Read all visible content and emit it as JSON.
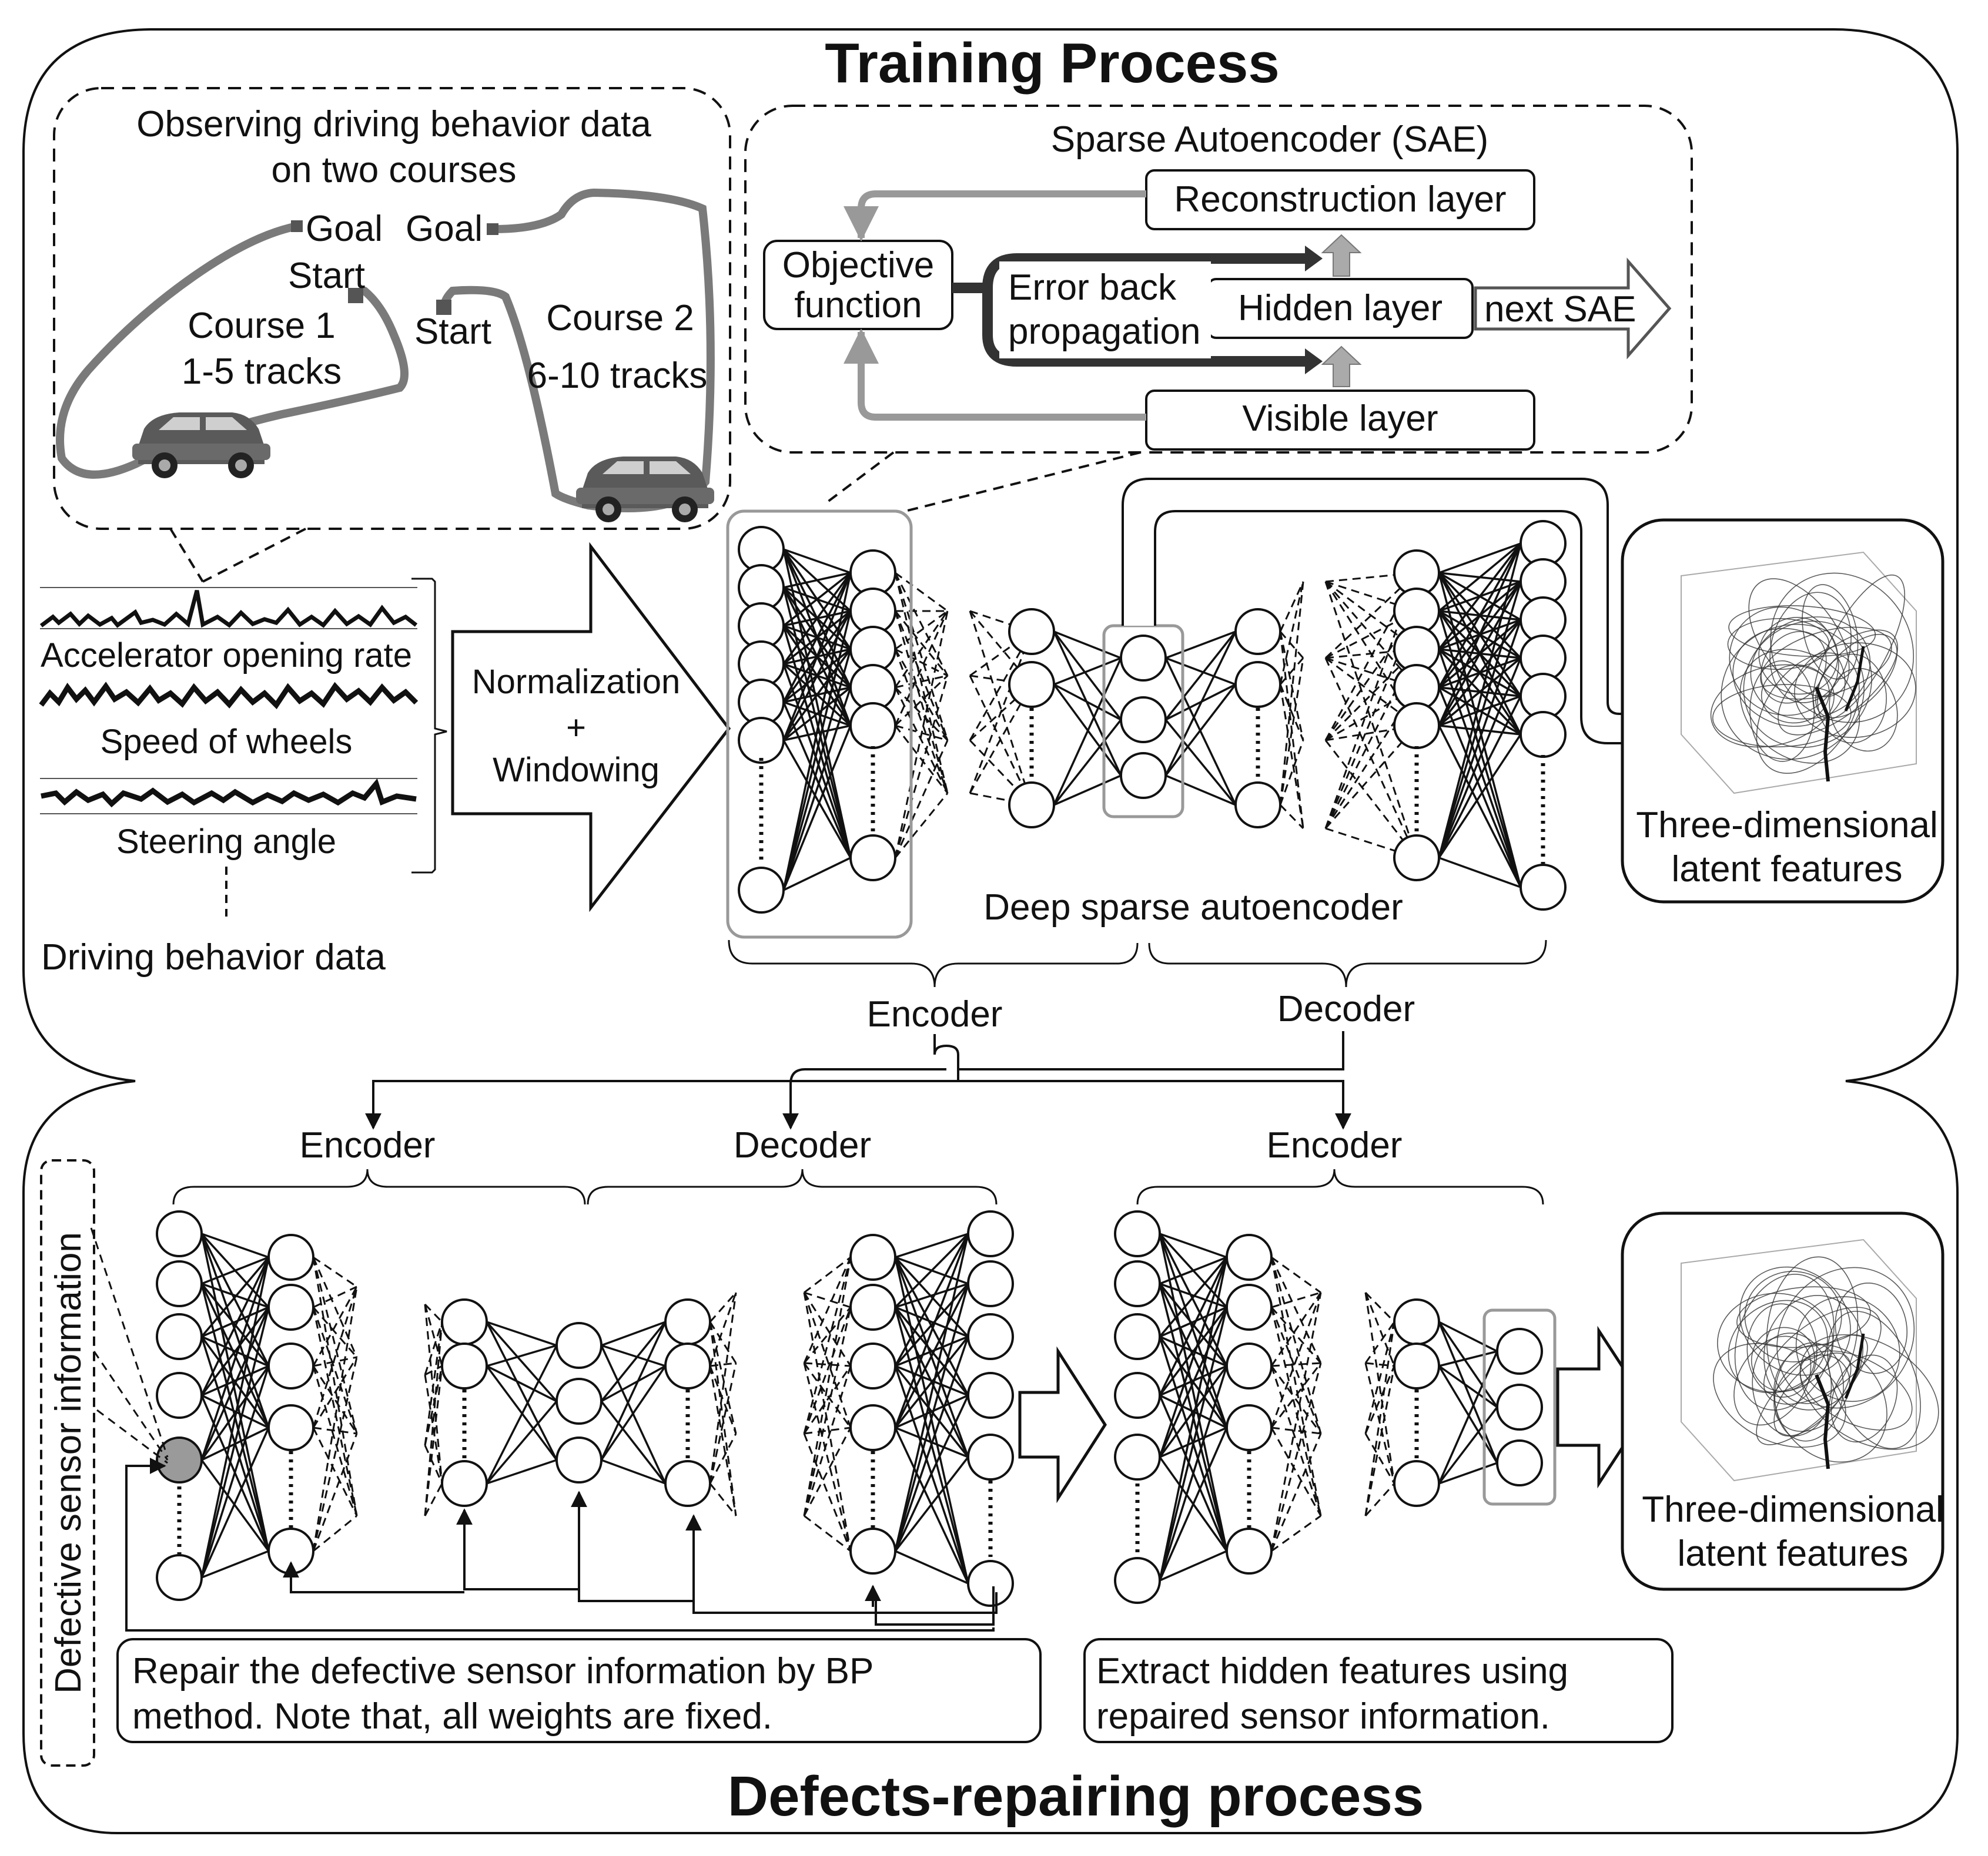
{
  "training": {
    "title": "Training Process",
    "observing_title_line1": "Observing driving behavior data",
    "observing_title_line2": "on two courses",
    "goal_1": "Goal",
    "goal_2": "Goal",
    "start_1": "Start",
    "start_2": "Start",
    "course1_line1": "Course 1",
    "course1_line2": "1-5 tracks",
    "course2_line1": "Course 2",
    "course2_line2": "6-10 tracks",
    "sae": {
      "title": "Sparse Autoencoder (SAE)",
      "reconstruction": "Reconstruction layer",
      "objective_line1": "Objective",
      "objective_line2": "function",
      "error_line1": "Error back",
      "error_line2": "propagation",
      "hidden": "Hidden layer",
      "next": "next SAE",
      "visible": "Visible layer"
    },
    "signals": [
      "Accelerator opening rate",
      "Speed of wheels",
      "Steering angle"
    ],
    "driving_data": "Driving behavior data",
    "norm_line1": "Normalization",
    "norm_line2": "+",
    "norm_line3": "Windowing",
    "dsae_label": "Deep sparse autoencoder",
    "encoder": "Encoder",
    "decoder": "Decoder",
    "latent_line1": "Three-dimensional",
    "latent_line2": "latent features"
  },
  "repair": {
    "title": "Defects-repairing process",
    "side_label": "Defective sensor information",
    "encoder_left": "Encoder",
    "decoder": "Decoder",
    "encoder_right": "Encoder",
    "note1_line1": "Repair the defective sensor information by BP",
    "note1_line2": "method. Note that, all weights are fixed.",
    "note2_line1": "Extract hidden features using",
    "note2_line2": "repaired sensor information.",
    "latent_line1": "Three-dimensional",
    "latent_line2": "latent features"
  },
  "colors": {
    "stroke": "#111111",
    "gray_line": "#999999",
    "track": "#7a7a7a",
    "defect_node": "#9a9a9a",
    "arrow_fill": "#bbbbbb"
  }
}
